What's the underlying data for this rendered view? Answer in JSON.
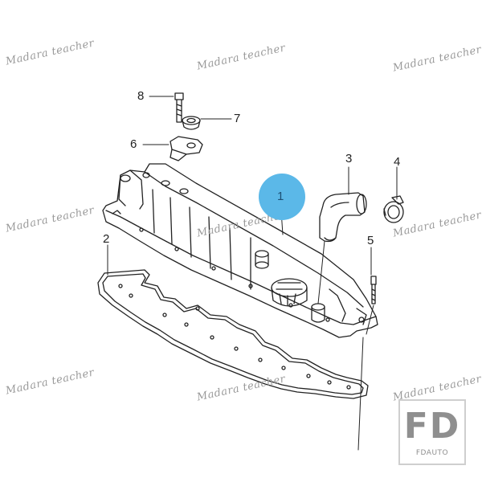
{
  "diagram": {
    "callouts": {
      "c1": "1",
      "c2": "2",
      "c3": "3",
      "c4": "4",
      "c5": "5",
      "c6": "6",
      "c7": "7",
      "c8": "8"
    },
    "watermark_text": "Madara teacher",
    "highlight_color": "#5bb8e8"
  },
  "logo": {
    "letters": "FD",
    "subtitle": "FDAUTO"
  }
}
